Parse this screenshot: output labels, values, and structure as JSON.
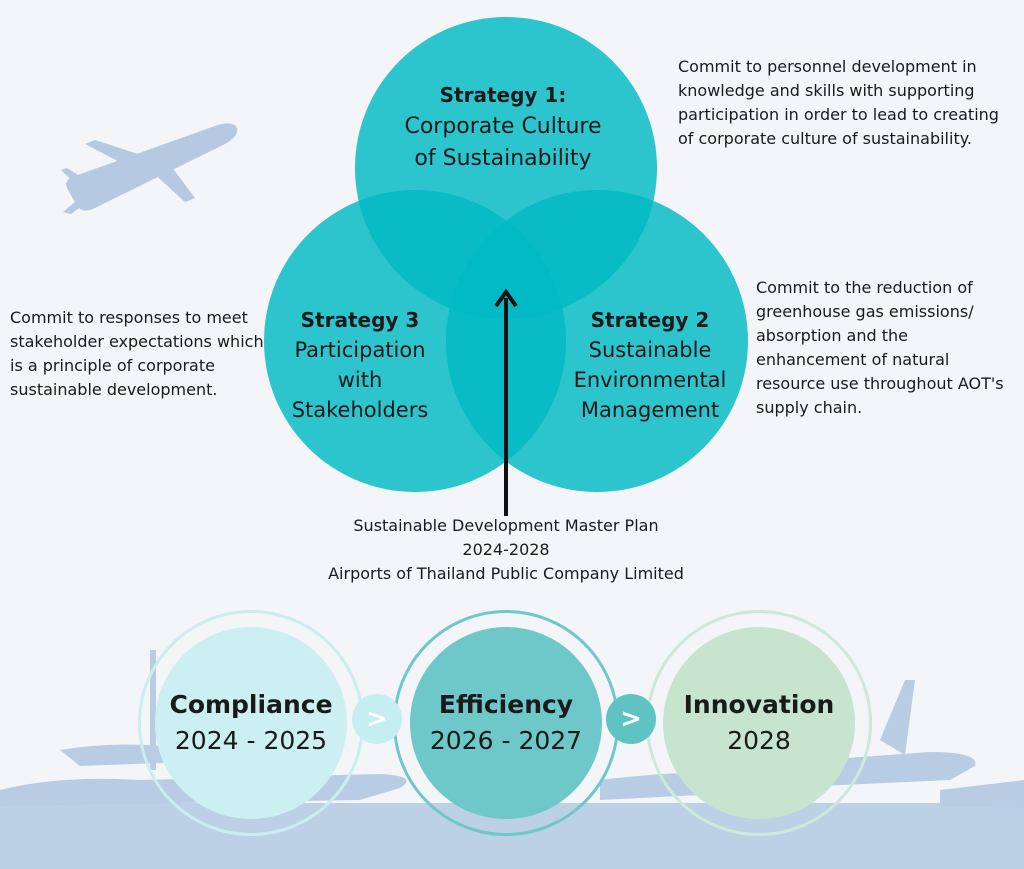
{
  "strategies": [
    {
      "title": "Strategy 1:",
      "name_lines": [
        "Corporate Culture",
        "of Sustainability"
      ],
      "description": "Commit to personnel development in knowledge and skills with supporting participation in order to lead to creating of corporate culture of sustainability."
    },
    {
      "title": "Strategy 2",
      "name_lines": [
        "Sustainable",
        "Environmental",
        "Management"
      ],
      "description": "Commit to the reduction of greenhouse gas emissions/ absorption and the enhancement of natural resource use throughout AOT's supply chain."
    },
    {
      "title": "Strategy 3",
      "name_lines": [
        "Participation",
        "with",
        "Stakeholders"
      ],
      "description": "Commit to responses to meet stakeholder expectations which is a principle of corporate sustainable development."
    }
  ],
  "master_plan": {
    "line1": "Sustainable Development Master Plan",
    "line2": "2024-2028",
    "line3": "Airports of Thailand Public Company Limited"
  },
  "phases": [
    {
      "name": "Compliance",
      "years": "2024 - 2025",
      "color": "#ccf0f2"
    },
    {
      "name": "Efficiency",
      "years": "2026 - 2027",
      "color": "#6ec8c9"
    },
    {
      "name": "Innovation",
      "years": "2028",
      "color": "#c7e4cf"
    }
  ],
  "connector_symbol": ">",
  "icons": [
    "airplane-icon",
    "airplane-silhouette-icon",
    "up-arrow-icon",
    "chevron-right-icon"
  ],
  "colors": {
    "background": "#f3f5f9",
    "venn_teal": "#00bac3",
    "silhouette": "#b5cbe3"
  }
}
